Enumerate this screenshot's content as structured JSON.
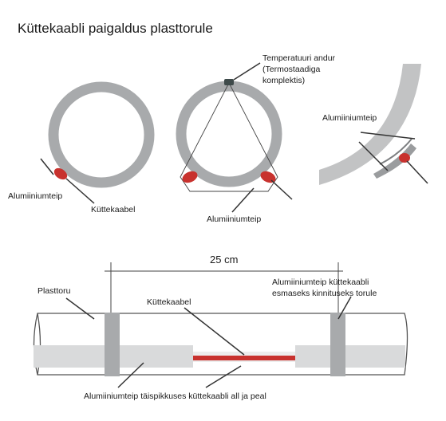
{
  "title": "Küttekaabli paigaldus plasttorule",
  "labels": {
    "sensor_line1": "Temperatuuri andur",
    "sensor_line2": "(Termostaadiga",
    "sensor_line3": "komplektis)",
    "tape_left": "Alumiiniumteip",
    "cable_left": "Küttekaabel",
    "tape_middle": "Alumiiniumteip",
    "tape_right": "Alumiiniumteip",
    "spacing": "25 cm",
    "pipe": "Plasttoru",
    "cable_bottom": "Küttekaabel",
    "tape_fix_line1": "Alumiiniumteip küttekaabli",
    "tape_fix_line2": "esmaseks kinnituseks torule",
    "tape_full_length": "Alumiiniumteip täispikkuses küttekaabli all ja peal"
  },
  "colors": {
    "pipe": "#a8aaac",
    "pipe_light": "#d6d7d8",
    "pipe_lighter": "#e6e6e6",
    "cable": "#c8322e",
    "line": "#333333"
  }
}
